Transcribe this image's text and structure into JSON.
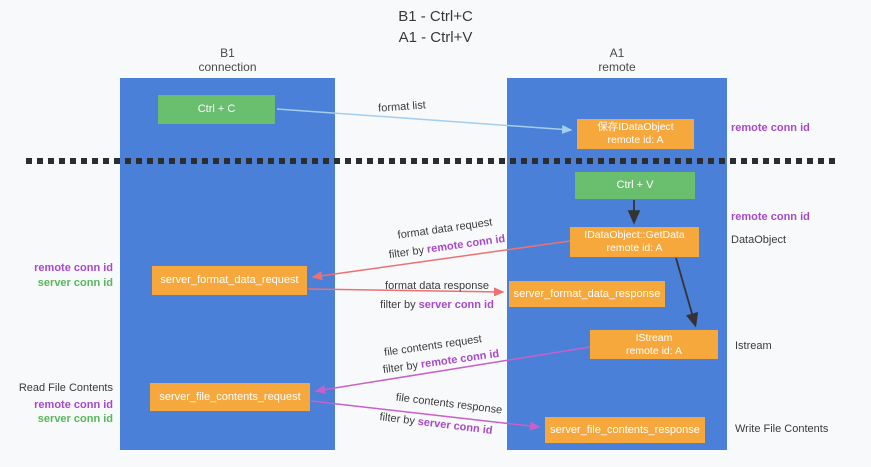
{
  "title": {
    "line1": "B1 - Ctrl+C",
    "line2": "A1 - Ctrl+V"
  },
  "columns": {
    "left": {
      "name": "B1",
      "role": "connection"
    },
    "right": {
      "name": "A1",
      "role": "remote"
    }
  },
  "nodes": {
    "ctrl_c": "Ctrl + C",
    "save_idataobject": {
      "line1": "保存IDataObject",
      "line2": "remote id: A"
    },
    "ctrl_v": "Ctrl + V",
    "getdata": {
      "line1": "IDataObject::GetData",
      "line2": "remote id: A"
    },
    "server_format_data_request": "server_format_data_request",
    "server_format_data_response": "server_format_data_response",
    "istream": {
      "line1": "IStream",
      "line2": "remote id: A"
    },
    "server_file_contents_request": "server_file_contents_request",
    "server_file_contents_response": "server_file_contents_response"
  },
  "side_labels": {
    "right_remote_conn_id_1": "remote conn id",
    "right_remote_conn_id_2": "remote conn id",
    "dataobject": "DataObject",
    "istream": "Istream",
    "write_file_contents": "Write File Contents",
    "left_remote_conn_id_1": "remote conn id",
    "left_server_conn_id_1": "server conn id",
    "read_file_contents": "Read File Contents",
    "left_remote_conn_id_2": "remote conn id",
    "left_server_conn_id_2": "server conn id"
  },
  "annotations": {
    "format_list": "format list",
    "format_data_request": "format data request",
    "format_data_response": "format data response",
    "file_contents_request": "file contents request",
    "file_contents_response": "file contents response",
    "filter_by": "filter by",
    "remote_conn_id": "remote conn id",
    "server_conn_id": "server conn id"
  },
  "colors": {
    "column_blue": "#4a80d8",
    "node_green": "#6abf6e",
    "node_orange": "#f7a83c",
    "accent_purple": "#a64ac9",
    "accent_green": "#55b85c",
    "arrow_blue": "#a4cdee",
    "arrow_red": "#ed7171",
    "arrow_magenta": "#c95fc9",
    "arrow_black": "#333333",
    "dash_line": "#2d2d2d"
  }
}
